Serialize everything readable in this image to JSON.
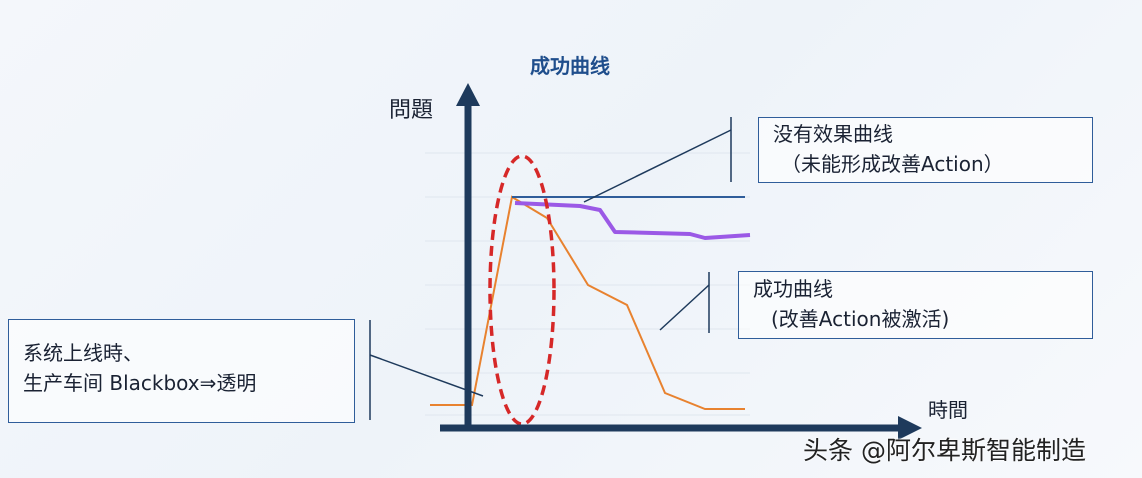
{
  "title": "成功曲线",
  "axes": {
    "y_label": "問題",
    "x_label": "時間"
  },
  "callouts": {
    "no_effect": {
      "line1": "没有效果曲线",
      "line2": "（未能形成改善Action）"
    },
    "success": {
      "line1": "成功曲线",
      "line2": "(改善Action被激活)"
    },
    "launch": {
      "line1": "系统上线時、",
      "line2": "生产车间 Blackbox⇒透明"
    }
  },
  "watermark": "头条 @阿尔卑斯智能制造",
  "colors": {
    "axis": "#1e3a5c",
    "success_curve": "#e8822f",
    "no_effect_curve": "#9b59e6",
    "baseline": "#2f5d9a",
    "highlight": "#d62828",
    "title": "#1f4e8c"
  }
}
